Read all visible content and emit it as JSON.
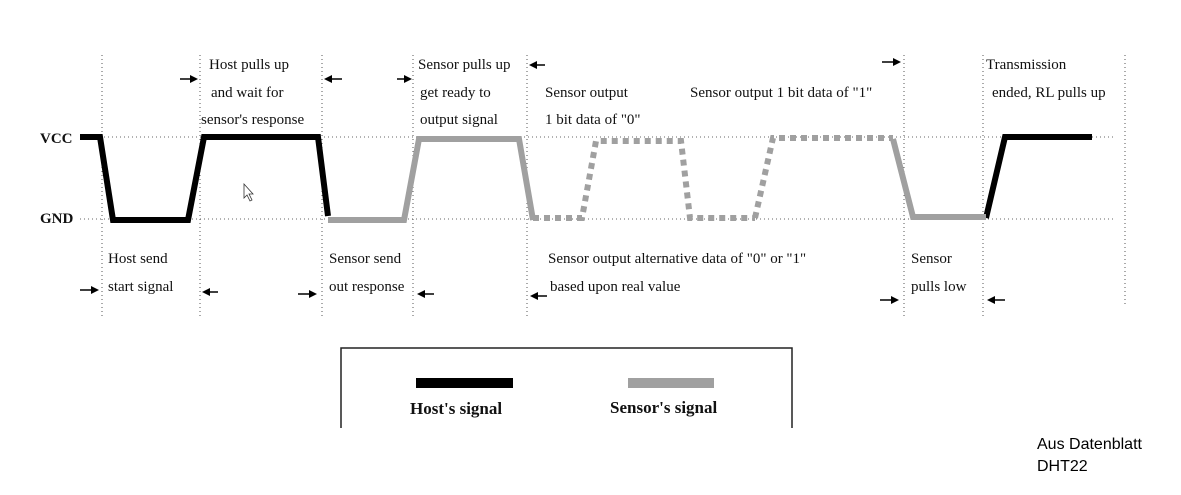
{
  "rails": {
    "vcc": "VCC",
    "gnd": "GND"
  },
  "labels_top": {
    "host_pulls_up_1": "Host pulls up",
    "host_pulls_up_2": "and wait for",
    "host_pulls_up_3": "sensor's response",
    "sensor_pulls_up_1": "Sensor pulls up",
    "sensor_pulls_up_2": "get ready to",
    "sensor_pulls_up_3": "output signal",
    "bit0_1": "Sensor output",
    "bit0_2": "1 bit data of \"0\"",
    "bit1": "Sensor output 1 bit data of \"1\"",
    "end_1": "Transmission",
    "end_2": "ended, RL pulls up"
  },
  "labels_bottom": {
    "host_send_1": "Host send",
    "host_send_2": "start signal",
    "sensor_send_1": "Sensor send",
    "sensor_send_2": "out response",
    "alt_1": "Sensor output alternative data of \"0\" or \"1\"",
    "alt_2": "based upon real value",
    "pulls_low_1": "Sensor",
    "pulls_low_2": "pulls low"
  },
  "legend": {
    "host": "Host's signal",
    "sensor": "Sensor's signal"
  },
  "colors": {
    "host_signal": "#000000",
    "sensor_signal": "#a0a0a0",
    "guides": "#666666"
  },
  "note": {
    "line1": "Aus Datenblatt",
    "line2": "DHT22"
  }
}
